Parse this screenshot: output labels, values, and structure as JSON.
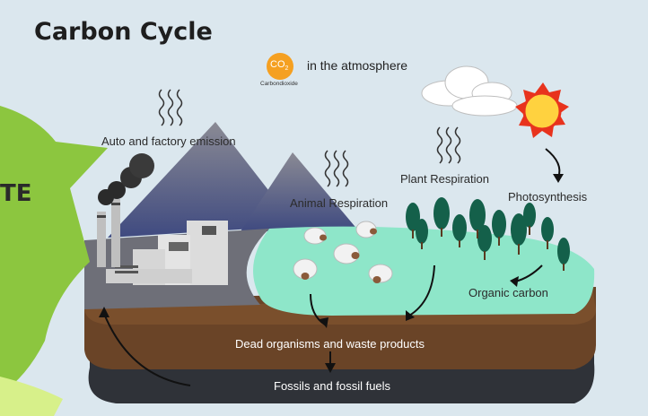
{
  "title": "Carbon Cycle",
  "atmosphere": {
    "co2_symbol": "CO",
    "co2_subscript": "2",
    "co2_caption": "Carbondioxide",
    "label": "in the atmosphere"
  },
  "labels": {
    "auto_emission": "Auto and factory emission",
    "animal_respiration": "Animal Respiration",
    "plant_respiration": "Plant Respiration",
    "photosynthesis": "Photosynthesis",
    "organic_carbon": "Organic carbon",
    "dead_organisms": "Dead organisms and waste products",
    "fossils": "Fossils and fossil fuels"
  },
  "side_banner_text": "TE",
  "colors": {
    "sky": "#dbe7ee",
    "grass": "#8ee6c9",
    "soil": "#6a4427",
    "fossil_layer": "#3b3d44",
    "co2_badge": "#f5a021",
    "sun": "#e8331d",
    "green_banner": "#8cc63f",
    "tree": "#14604a"
  }
}
